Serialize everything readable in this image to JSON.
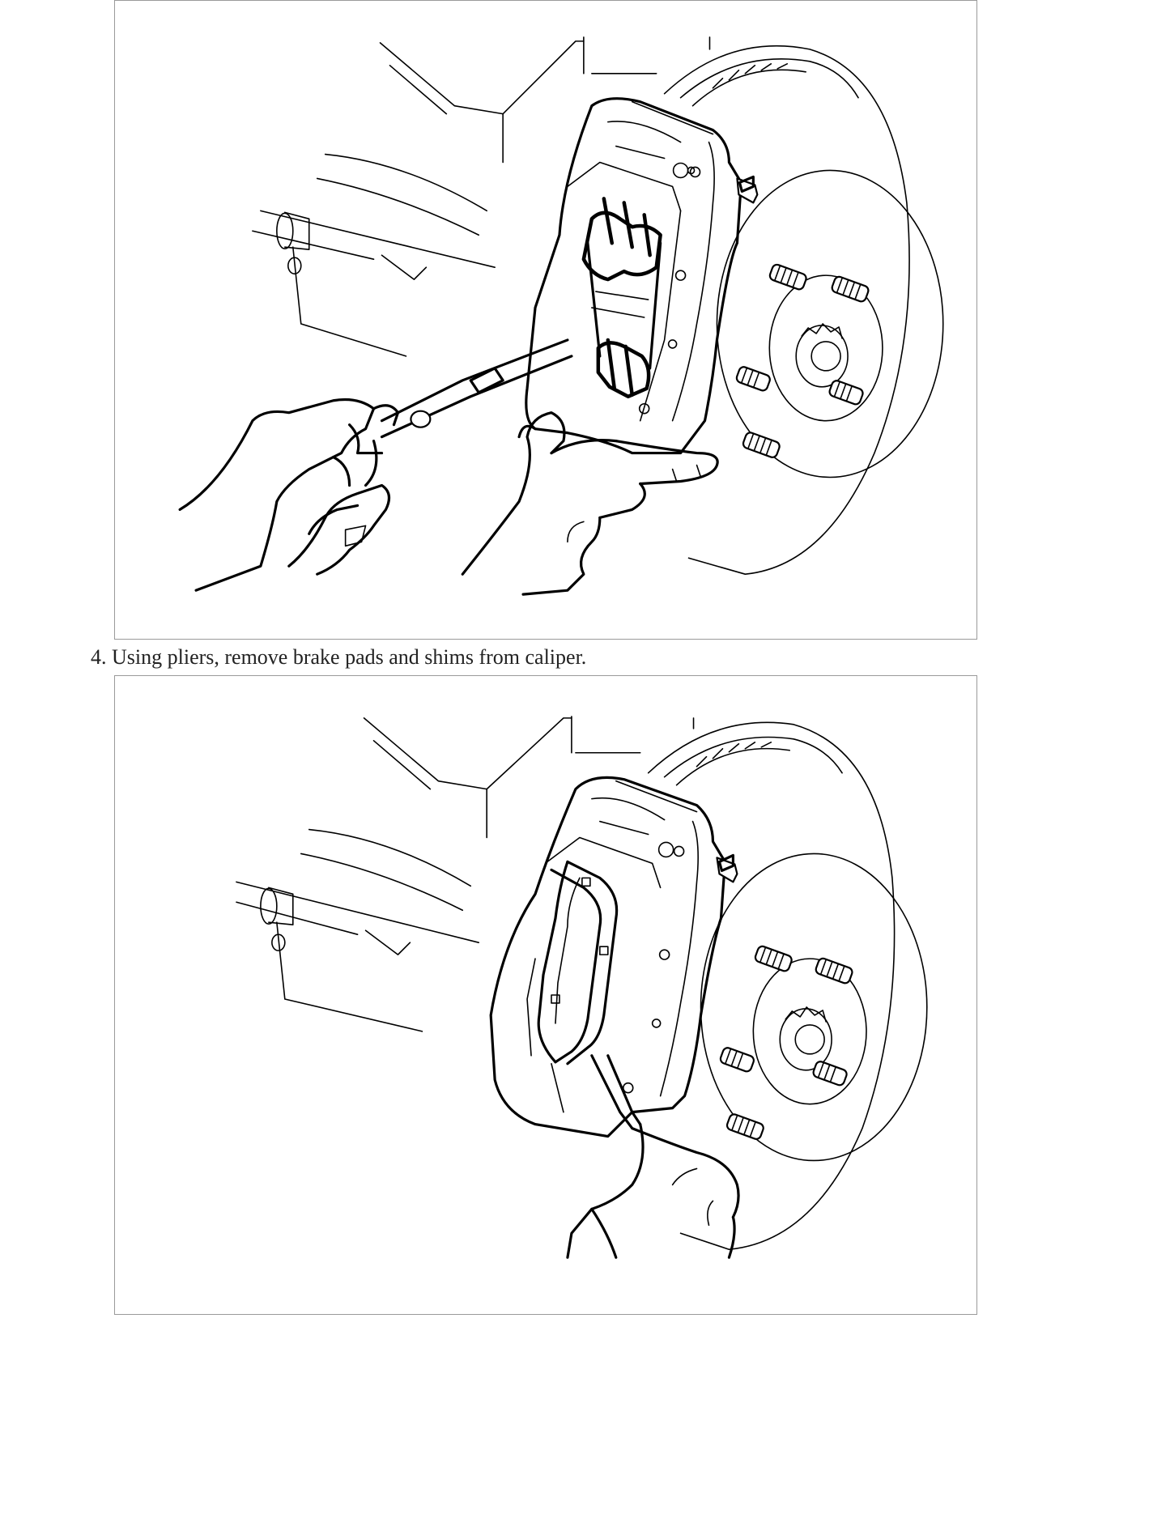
{
  "document": {
    "figures": [
      {
        "name": "caliper-pad-springs-removal-illustration"
      },
      {
        "name": "brake-pad-shim-removal-illustration"
      }
    ],
    "steps": [
      {
        "number": "4.",
        "text": "Using pliers, remove brake pads and shims from caliper."
      }
    ]
  }
}
